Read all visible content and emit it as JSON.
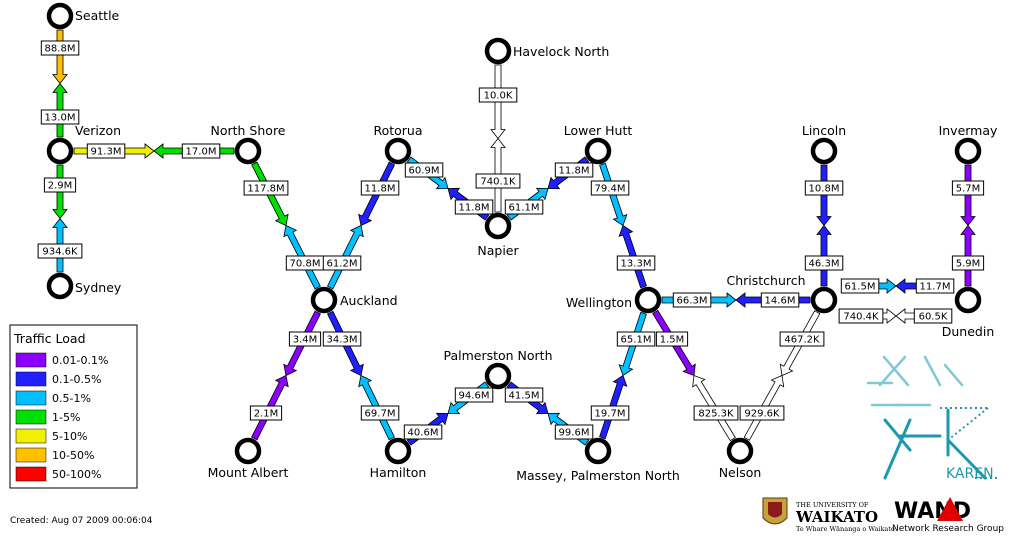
{
  "colors": {
    "0.01-0.1%": "#8c00ff",
    "0.1-0.5%": "#2020ff",
    "0.5-1%": "#00c0ff",
    "1-5%": "#00e000",
    "5-10%": "#f0f000",
    "10-50%": "#ffc000",
    "50-100%": "#ff0000",
    "idle": "#ffffff"
  },
  "nodes": [
    {
      "id": "seattle",
      "label": "Seattle"
    },
    {
      "id": "verizon",
      "label": "Verizon"
    },
    {
      "id": "sydney",
      "label": "Sydney"
    },
    {
      "id": "northshore",
      "label": "North Shore"
    },
    {
      "id": "auckland",
      "label": "Auckland"
    },
    {
      "id": "mountalbert",
      "label": "Mount Albert"
    },
    {
      "id": "hamilton",
      "label": "Hamilton"
    },
    {
      "id": "palmerston",
      "label": "Palmerston North"
    },
    {
      "id": "massey",
      "label": "Massey, Palmerston North"
    },
    {
      "id": "rotorua",
      "label": "Rotorua"
    },
    {
      "id": "napier",
      "label": "Napier"
    },
    {
      "id": "havelock",
      "label": "Havelock North"
    },
    {
      "id": "lowerhutt",
      "label": "Lower Hutt"
    },
    {
      "id": "wellington",
      "label": "Wellington"
    },
    {
      "id": "nelson",
      "label": "Nelson"
    },
    {
      "id": "christchurch",
      "label": "Christchurch"
    },
    {
      "id": "lincoln",
      "label": "Lincoln"
    },
    {
      "id": "invermay",
      "label": "Invermay"
    },
    {
      "id": "dunedin",
      "label": "Dunedin"
    }
  ],
  "links": [
    {
      "id": "seattle-verizon",
      "a_label": "88.8M",
      "a_level": "10-50%",
      "b_label": "13.0M",
      "b_level": "1-5%"
    },
    {
      "id": "verizon-sydney",
      "a_label": "2.9M",
      "a_level": "1-5%",
      "b_label": "934.6K",
      "b_level": "0.5-1%"
    },
    {
      "id": "verizon-northshore",
      "a_label": "91.3M",
      "a_level": "5-10%",
      "b_label": "17.0M",
      "b_level": "1-5%"
    },
    {
      "id": "northshore-auckland",
      "a_label": "117.8M",
      "a_level": "1-5%",
      "b_label": "70.8M",
      "b_level": "0.5-1%"
    },
    {
      "id": "auckland-rotorua",
      "a_label": "61.2M",
      "a_level": "0.5-1%",
      "b_label": "11.8M",
      "b_level": "0.1-0.5%"
    },
    {
      "id": "auckland-mountalbert",
      "a_label": "3.4M",
      "a_level": "0.01-0.1%",
      "b_label": "2.1M",
      "b_level": "0.01-0.1%"
    },
    {
      "id": "auckland-hamilton",
      "a_label": "34.3M",
      "a_level": "0.1-0.5%",
      "b_label": "69.7M",
      "b_level": "0.5-1%"
    },
    {
      "id": "hamilton-palmerston",
      "a_label": "40.6M",
      "a_level": "0.1-0.5%",
      "b_label": "94.6M",
      "b_level": "0.5-1%"
    },
    {
      "id": "palmerston-massey",
      "a_label": "41.5M",
      "a_level": "0.1-0.5%",
      "b_label": "99.6M",
      "b_level": "0.5-1%"
    },
    {
      "id": "massey-wellington",
      "a_label": "19.7M",
      "a_level": "0.1-0.5%",
      "b_label": "65.1M",
      "b_level": "0.5-1%"
    },
    {
      "id": "rotorua-napier",
      "a_label": "60.9M",
      "a_level": "0.5-1%",
      "b_label": "11.8M",
      "b_level": "0.1-0.5%"
    },
    {
      "id": "napier-havelock",
      "a_label": "740.1K",
      "a_level": "idle",
      "b_label": "10.0K",
      "b_level": "idle"
    },
    {
      "id": "napier-lowerhutt",
      "a_label": "61.1M",
      "a_level": "0.5-1%",
      "b_label": "11.8M",
      "b_level": "0.1-0.5%"
    },
    {
      "id": "lowerhutt-wellington",
      "a_label": "79.4M",
      "a_level": "0.5-1%",
      "b_label": "13.3M",
      "b_level": "0.1-0.5%"
    },
    {
      "id": "wellington-christchurch",
      "a_label": "66.3M",
      "a_level": "0.5-1%",
      "b_label": "14.6M",
      "b_level": "0.1-0.5%"
    },
    {
      "id": "wellington-nelson",
      "a_label": "1.5M",
      "a_level": "0.01-0.1%",
      "b_label": "825.3K",
      "b_level": "idle"
    },
    {
      "id": "nelson-christchurch",
      "a_label": "929.6K",
      "a_level": "idle",
      "b_label": "467.2K",
      "b_level": "idle"
    },
    {
      "id": "christchurch-lincoln",
      "a_label": "46.3M",
      "a_level": "0.1-0.5%",
      "b_label": "10.8M",
      "b_level": "0.1-0.5%"
    },
    {
      "id": "christchurch-dunedin-north",
      "a_label": "61.5M",
      "a_level": "0.5-1%",
      "b_label": "11.7M",
      "b_level": "0.1-0.5%"
    },
    {
      "id": "christchurch-dunedin-south",
      "a_label": "740.4K",
      "a_level": "idle",
      "b_label": "60.5K",
      "b_level": "idle"
    },
    {
      "id": "invermay-dunedin",
      "a_label": "5.7M",
      "a_level": "0.01-0.1%",
      "b_label": "5.9M",
      "b_level": "0.01-0.1%"
    }
  ],
  "legend": {
    "title": "Traffic Load",
    "items": [
      {
        "label": "0.01-0.1%",
        "color": "#8c00ff"
      },
      {
        "label": "0.1-0.5%",
        "color": "#2020ff"
      },
      {
        "label": "0.5-1%",
        "color": "#00c0ff"
      },
      {
        "label": "1-5%",
        "color": "#00e000"
      },
      {
        "label": "5-10%",
        "color": "#f0f000"
      },
      {
        "label": "10-50%",
        "color": "#ffc000"
      },
      {
        "label": "50-100%",
        "color": "#ff0000"
      }
    ]
  },
  "created": "Created: Aug 07 2009 00:06:04",
  "logos": {
    "karen": "KAREN",
    "university_top": "THE UNIVERSITY OF",
    "university_name": "WAIKATO",
    "university_motto": "Te Whare Wānanga o Waikato",
    "wand_name": "WAND",
    "wand_sub": "Network Research Group"
  }
}
